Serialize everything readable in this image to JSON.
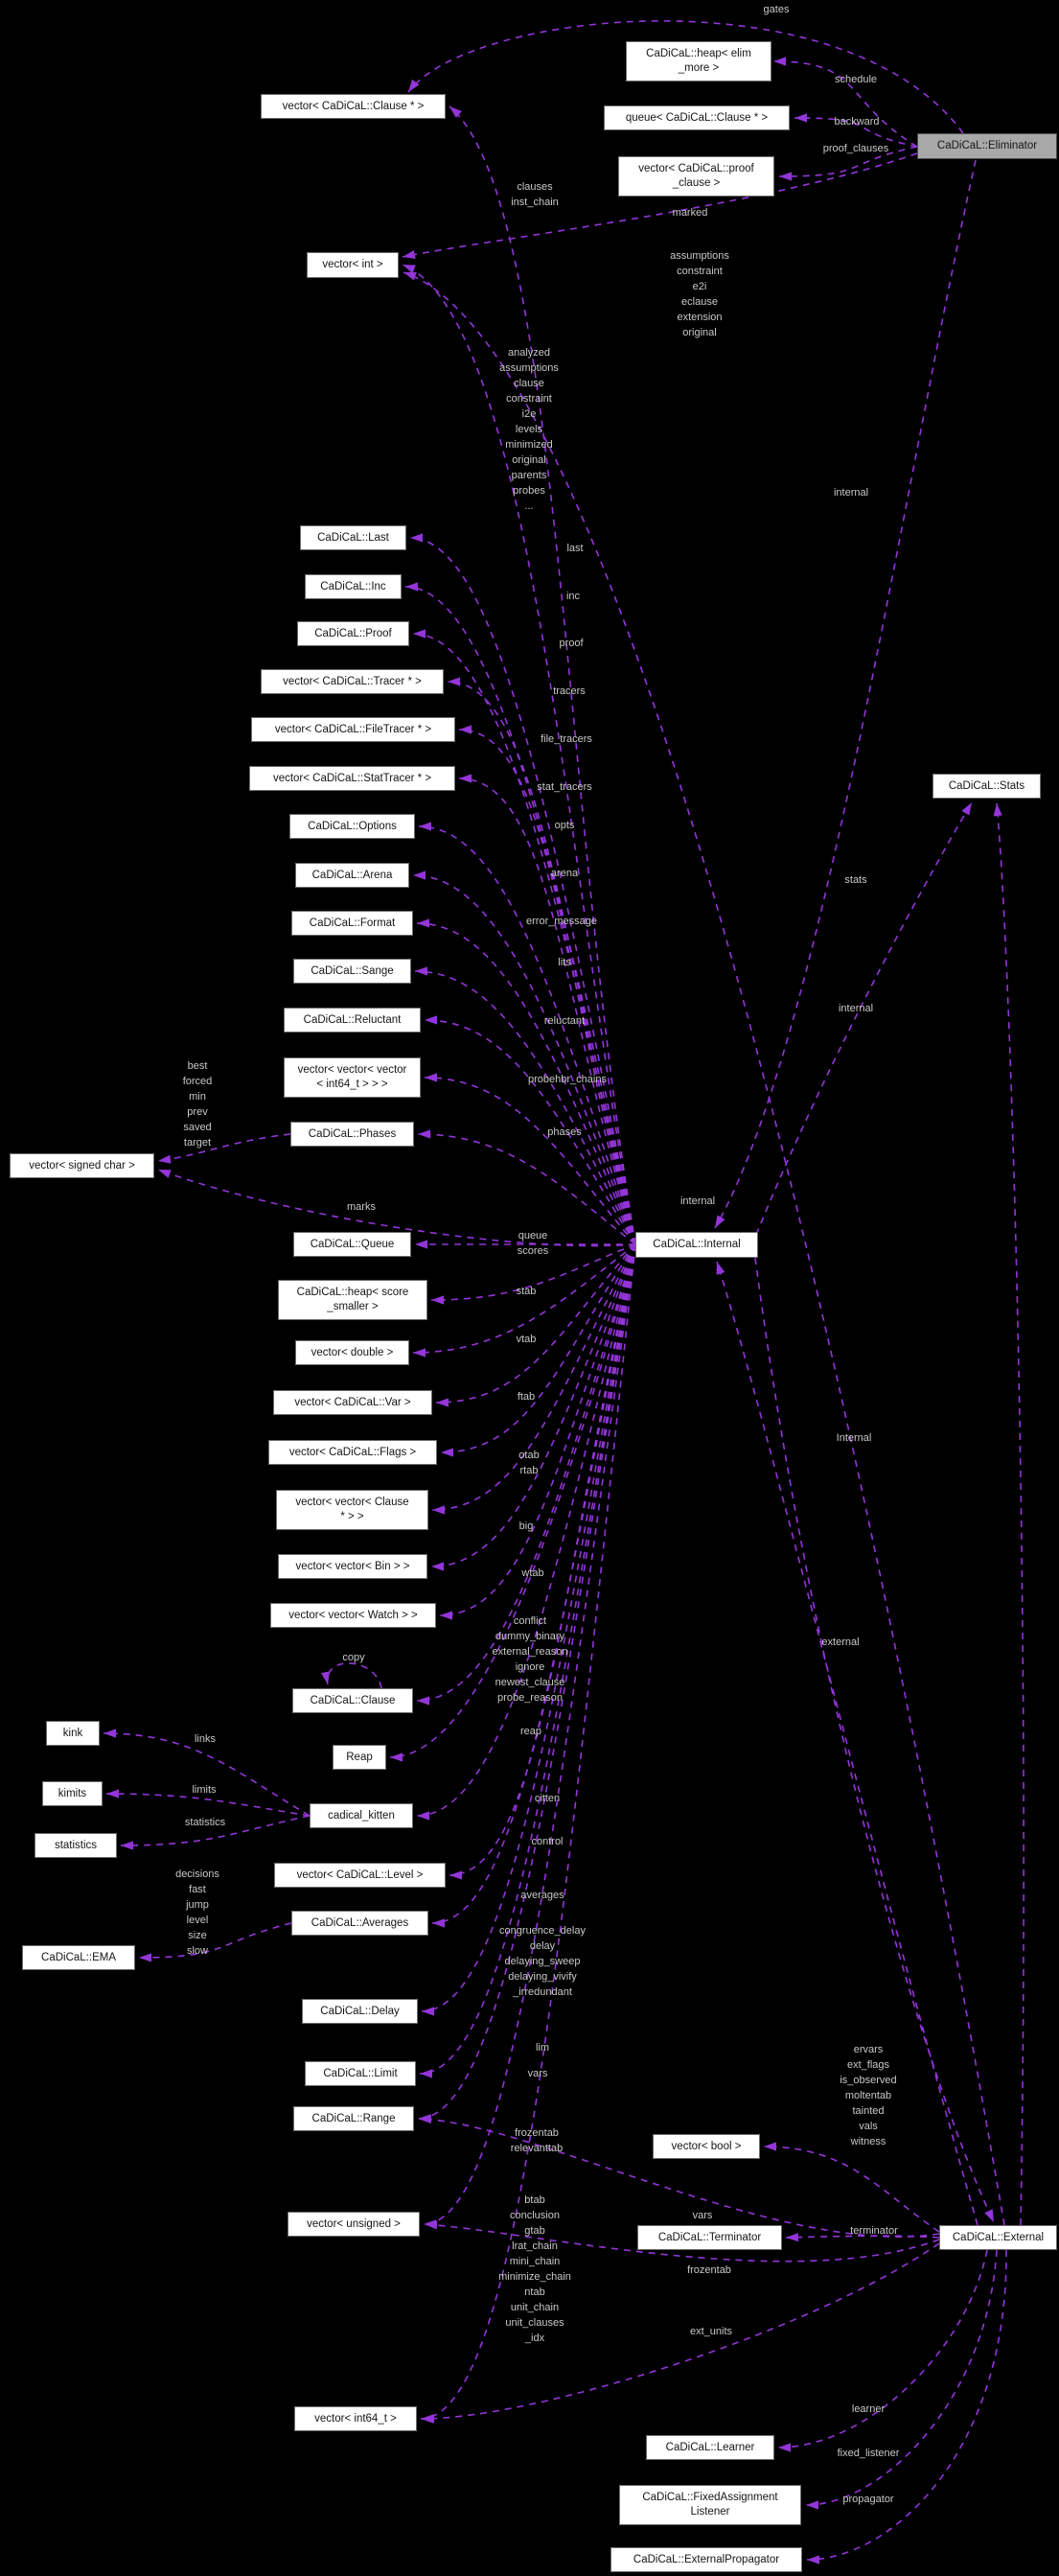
{
  "diagram": {
    "type": "doxygen-collaboration-graph",
    "colors": {
      "background": "#000000",
      "edge": "#9335d8",
      "edge_label": "#c9c9c9",
      "node_fill": "#ffffff",
      "node_border": "#6c6c6c",
      "node_text": "#161616",
      "highlight_fill": "#a8a8a8"
    },
    "highlighted_node": "CaDiCaL::Eliminator",
    "nodes": [
      {
        "label": "vector< CaDiCaL::Clause * >",
        "highlighted": false
      },
      {
        "label": "CaDiCaL::heap< elim\n_more >",
        "highlighted": false
      },
      {
        "label": "queue< CaDiCaL::Clause * >",
        "highlighted": false
      },
      {
        "label": "vector< CaDiCaL::proof\n_clause >",
        "highlighted": false
      },
      {
        "label": "CaDiCaL::Eliminator",
        "highlighted": true
      },
      {
        "label": "vector< int >",
        "highlighted": false
      },
      {
        "label": "CaDiCaL::Last",
        "highlighted": false
      },
      {
        "label": "CaDiCaL::Inc",
        "highlighted": false
      },
      {
        "label": "CaDiCaL::Proof",
        "highlighted": false
      },
      {
        "label": "vector< CaDiCaL::Tracer * >",
        "highlighted": false
      },
      {
        "label": "vector< CaDiCaL::FileTracer * >",
        "highlighted": false
      },
      {
        "label": "vector< CaDiCaL::StatTracer * >",
        "highlighted": false
      },
      {
        "label": "CaDiCaL::Options",
        "highlighted": false
      },
      {
        "label": "CaDiCaL::Arena",
        "highlighted": false
      },
      {
        "label": "CaDiCaL::Format",
        "highlighted": false
      },
      {
        "label": "CaDiCaL::Sange",
        "highlighted": false
      },
      {
        "label": "CaDiCaL::Reluctant",
        "highlighted": false
      },
      {
        "label": "vector< vector< vector\n< int64_t > > >",
        "highlighted": false
      },
      {
        "label": "CaDiCaL::Phases",
        "highlighted": false
      },
      {
        "label": "vector< signed char >",
        "highlighted": false
      },
      {
        "label": "CaDiCaL::Queue",
        "highlighted": false
      },
      {
        "label": "CaDiCaL::heap< score\n_smaller >",
        "highlighted": false
      },
      {
        "label": "vector< double >",
        "highlighted": false
      },
      {
        "label": "vector< CaDiCaL::Var >",
        "highlighted": false
      },
      {
        "label": "vector< CaDiCaL::Flags >",
        "highlighted": false
      },
      {
        "label": "vector< vector< Clause\n* > >",
        "highlighted": false
      },
      {
        "label": "vector< vector< Bin > >",
        "highlighted": false
      },
      {
        "label": "vector< vector< Watch > >",
        "highlighted": false
      },
      {
        "label": "CaDiCaL::Clause",
        "highlighted": false
      },
      {
        "label": "kink",
        "highlighted": false
      },
      {
        "label": "Reap",
        "highlighted": false
      },
      {
        "label": "kimits",
        "highlighted": false
      },
      {
        "label": "statistics",
        "highlighted": false
      },
      {
        "label": "cadical_kitten",
        "highlighted": false
      },
      {
        "label": "vector< CaDiCaL::Level >",
        "highlighted": false
      },
      {
        "label": "CaDiCaL::Averages",
        "highlighted": false
      },
      {
        "label": "CaDiCaL::EMA",
        "highlighted": false
      },
      {
        "label": "CaDiCaL::Delay",
        "highlighted": false
      },
      {
        "label": "CaDiCaL::Limit",
        "highlighted": false
      },
      {
        "label": "CaDiCaL::Range",
        "highlighted": false
      },
      {
        "label": "vector< bool >",
        "highlighted": false
      },
      {
        "label": "vector< unsigned >",
        "highlighted": false
      },
      {
        "label": "CaDiCaL::Terminator",
        "highlighted": false
      },
      {
        "label": "CaDiCaL::External",
        "highlighted": false
      },
      {
        "label": "vector< int64_t >",
        "highlighted": false
      },
      {
        "label": "CaDiCaL::Learner",
        "highlighted": false
      },
      {
        "label": "CaDiCaL::FixedAssignment\nListener",
        "highlighted": false
      },
      {
        "label": "CaDiCaL::ExternalPropagator",
        "highlighted": false
      },
      {
        "label": "CaDiCaL::Stats",
        "highlighted": false
      },
      {
        "label": "CaDiCaL::Internal",
        "highlighted": false
      }
    ],
    "edge_labels": [
      {
        "text": "gates"
      },
      {
        "text": "schedule"
      },
      {
        "text": "backward"
      },
      {
        "text": "proof_clauses"
      },
      {
        "text": "marked"
      },
      {
        "text": "clauses\ninst_chain"
      },
      {
        "text": "assumptions\nconstraint\ne2i\neclause\nextension\noriginal"
      },
      {
        "text": "internal"
      },
      {
        "text": "analyzed\nassumptions\nclause\nconstraint\ni2e\nlevels\nminimized\noriginal\nparents\nprobes\n..."
      },
      {
        "text": "last"
      },
      {
        "text": "inc"
      },
      {
        "text": "proof"
      },
      {
        "text": "tracers"
      },
      {
        "text": "file_tracers"
      },
      {
        "text": "stat_tracers"
      },
      {
        "text": "opts"
      },
      {
        "text": "arena"
      },
      {
        "text": "error_message"
      },
      {
        "text": "lits"
      },
      {
        "text": "reluctant"
      },
      {
        "text": "probehbr_chains"
      },
      {
        "text": "phases"
      },
      {
        "text": "best\nforced\nmin\nprev\nsaved\ntarget"
      },
      {
        "text": "marks"
      },
      {
        "text": "internal"
      },
      {
        "text": "queue\nscores"
      },
      {
        "text": "stab"
      },
      {
        "text": "vtab"
      },
      {
        "text": "ftab"
      },
      {
        "text": "otab\nrtab"
      },
      {
        "text": "big"
      },
      {
        "text": "wtab"
      },
      {
        "text": "conflict\ndummy_binary\nexternal_reason\nignore\nnewest_clause\nprobe_reason"
      },
      {
        "text": "copy"
      },
      {
        "text": "reap"
      },
      {
        "text": "links"
      },
      {
        "text": "limits"
      },
      {
        "text": "statistics"
      },
      {
        "text": "citten"
      },
      {
        "text": "control"
      },
      {
        "text": "averages"
      },
      {
        "text": "decisions\nfast\njump\nlevel\nsize\nslow"
      },
      {
        "text": "congruence_delay\ndelay\ndelaying_sweep\ndelaying_vivify\n_irredundant"
      },
      {
        "text": "lim"
      },
      {
        "text": "vars"
      },
      {
        "text": "frozentab\nrelevanttab"
      },
      {
        "text": "ervars\next_flags\nis_observed\nmoltentab\ntainted\nvals\nwitness"
      },
      {
        "text": "vars"
      },
      {
        "text": "btab\nconclusion\ngtab\nlrat_chain\nmini_chain\nminimize_chain\nntab\nunit_chain\nunit_clauses\n_idx"
      },
      {
        "text": "terminator"
      },
      {
        "text": "frozentab"
      },
      {
        "text": "ext_units"
      },
      {
        "text": "learner"
      },
      {
        "text": "fixed_listener"
      },
      {
        "text": "propagator"
      },
      {
        "text": "stats"
      },
      {
        "text": "internal"
      },
      {
        "text": "Internal"
      },
      {
        "text": "external"
      }
    ]
  }
}
